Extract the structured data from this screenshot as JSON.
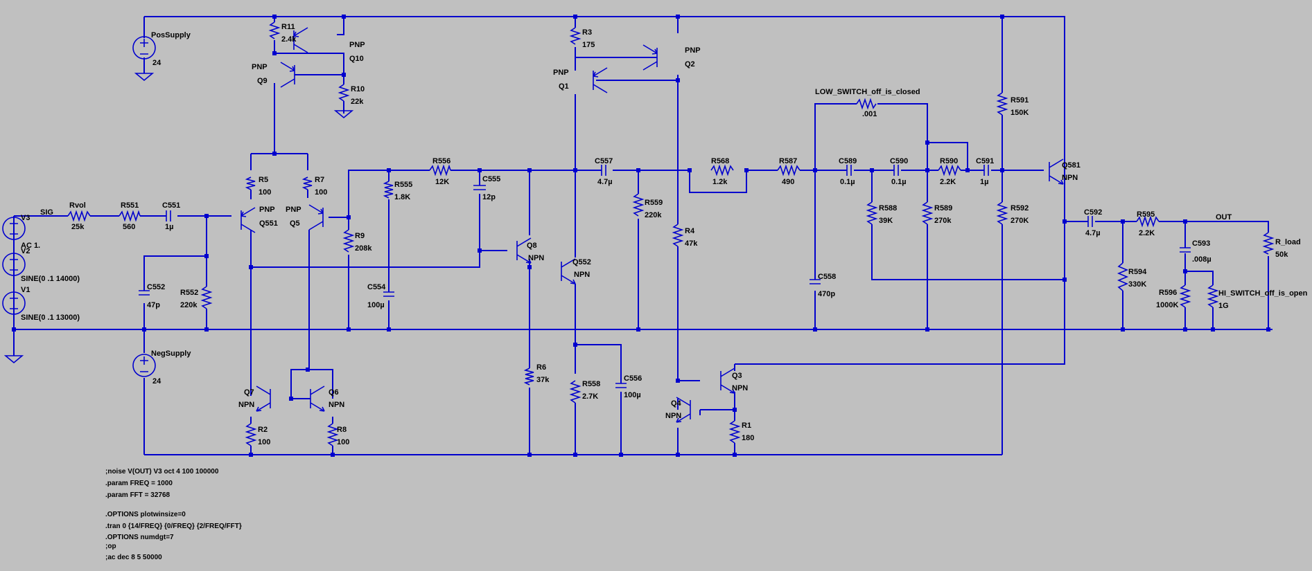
{
  "colors": {
    "background": "#c0c0c0",
    "wire": "#0000cd",
    "text": "#000000"
  },
  "sources": {
    "pos": {
      "name": "PosSupply",
      "value": "24"
    },
    "neg": {
      "name": "NegSupply",
      "value": "24"
    },
    "v3": {
      "name": "V3",
      "ac": "AC 1."
    },
    "v2": {
      "name": "V2",
      "value": "SINE(0 .1 14000)"
    },
    "v1": {
      "name": "V1",
      "value": "SINE(0 .1 13000)"
    }
  },
  "nets": {
    "sig": "SIG",
    "out": "OUT",
    "low_switch": "LOW_SWITCH_off_is_closed",
    "hi_switch": "HI_SWITCH_off_is_open"
  },
  "resistors": {
    "r11": {
      "name": "R11",
      "value": "2.4k"
    },
    "r10": {
      "name": "R10",
      "value": "22k"
    },
    "r5": {
      "name": "R5",
      "value": "100"
    },
    "r7": {
      "name": "R7",
      "value": "100"
    },
    "rvol": {
      "name": "Rvol",
      "value": "25k"
    },
    "r551": {
      "name": "R551",
      "value": "560"
    },
    "r552": {
      "name": "R552",
      "value": "220k"
    },
    "r9": {
      "name": "R9",
      "value": "208k"
    },
    "r555": {
      "name": "R555",
      "value": "1.8K"
    },
    "r556": {
      "name": "R556",
      "value": "12K"
    },
    "r3": {
      "name": "R3",
      "value": "175"
    },
    "r559": {
      "name": "R559",
      "value": "220k"
    },
    "r4": {
      "name": "R4",
      "value": "47k"
    },
    "r568": {
      "name": "R568",
      "value": "1.2k"
    },
    "r587": {
      "name": "R587",
      "value": "490"
    },
    "low_switch": {
      "name": "",
      "value": ".001"
    },
    "r588": {
      "name": "R588",
      "value": "39K"
    },
    "r589": {
      "name": "R589",
      "value": "270k"
    },
    "r590": {
      "name": "R590",
      "value": "2.2K"
    },
    "r591": {
      "name": "R591",
      "value": "150K"
    },
    "r592": {
      "name": "R592",
      "value": "270K"
    },
    "r594": {
      "name": "R594",
      "value": "330K"
    },
    "r595": {
      "name": "R595",
      "value": "2.2K"
    },
    "r596": {
      "name": "R596",
      "value": "1000K"
    },
    "hi_switch": {
      "name": "",
      "value": "1G"
    },
    "r_load": {
      "name": "R_load",
      "value": "50k"
    },
    "r2": {
      "name": "R2",
      "value": "100"
    },
    "r8": {
      "name": "R8",
      "value": "100"
    },
    "r6": {
      "name": "R6",
      "value": "37k"
    },
    "r558": {
      "name": "R558",
      "value": "2.7K"
    },
    "r1": {
      "name": "R1",
      "value": "180"
    }
  },
  "capacitors": {
    "c551": {
      "name": "C551",
      "value": "1µ"
    },
    "c552": {
      "name": "C552",
      "value": "47p"
    },
    "c555": {
      "name": "C555",
      "value": "12p"
    },
    "c554": {
      "name": "C554",
      "value": "100µ"
    },
    "c557": {
      "name": "C557",
      "value": "4.7µ"
    },
    "c589": {
      "name": "C589",
      "value": "0.1µ"
    },
    "c590": {
      "name": "C590",
      "value": "0.1µ"
    },
    "c591": {
      "name": "C591",
      "value": "1µ"
    },
    "c558": {
      "name": "C558",
      "value": "470p"
    },
    "c592": {
      "name": "C592",
      "value": "4.7µ"
    },
    "c593": {
      "name": "C593",
      "value": ".008µ"
    },
    "c556": {
      "name": "C556",
      "value": "100µ"
    }
  },
  "transistors": {
    "q9": {
      "name": "Q9",
      "type": "PNP"
    },
    "q10": {
      "name": "Q10",
      "type": "PNP"
    },
    "q551": {
      "name": "Q551",
      "type": "PNP"
    },
    "q5": {
      "name": "Q5",
      "type": "PNP"
    },
    "q1": {
      "name": "Q1",
      "type": "PNP"
    },
    "q2": {
      "name": "Q2",
      "type": "PNP"
    },
    "q8": {
      "name": "Q8",
      "type": "NPN"
    },
    "q552": {
      "name": "Q552",
      "type": "NPN"
    },
    "q581": {
      "name": "Q581",
      "type": "NPN"
    },
    "q7": {
      "name": "Q7",
      "type": "NPN"
    },
    "q6": {
      "name": "Q6",
      "type": "NPN"
    },
    "q3": {
      "name": "Q3",
      "type": "NPN"
    },
    "q4": {
      "name": "Q4",
      "type": "NPN"
    }
  },
  "directives": [
    ";noise V(OUT) V3 oct 4 100 100000",
    ".param FREQ = 1000",
    ".param FFT = 32768",
    ".OPTIONS plotwinsize=0",
    ".tran 0 {14/FREQ} {0/FREQ} {2/FREQ/FFT}",
    ".OPTIONS numdgt=7",
    ";op",
    ";ac dec 8 5 50000"
  ]
}
